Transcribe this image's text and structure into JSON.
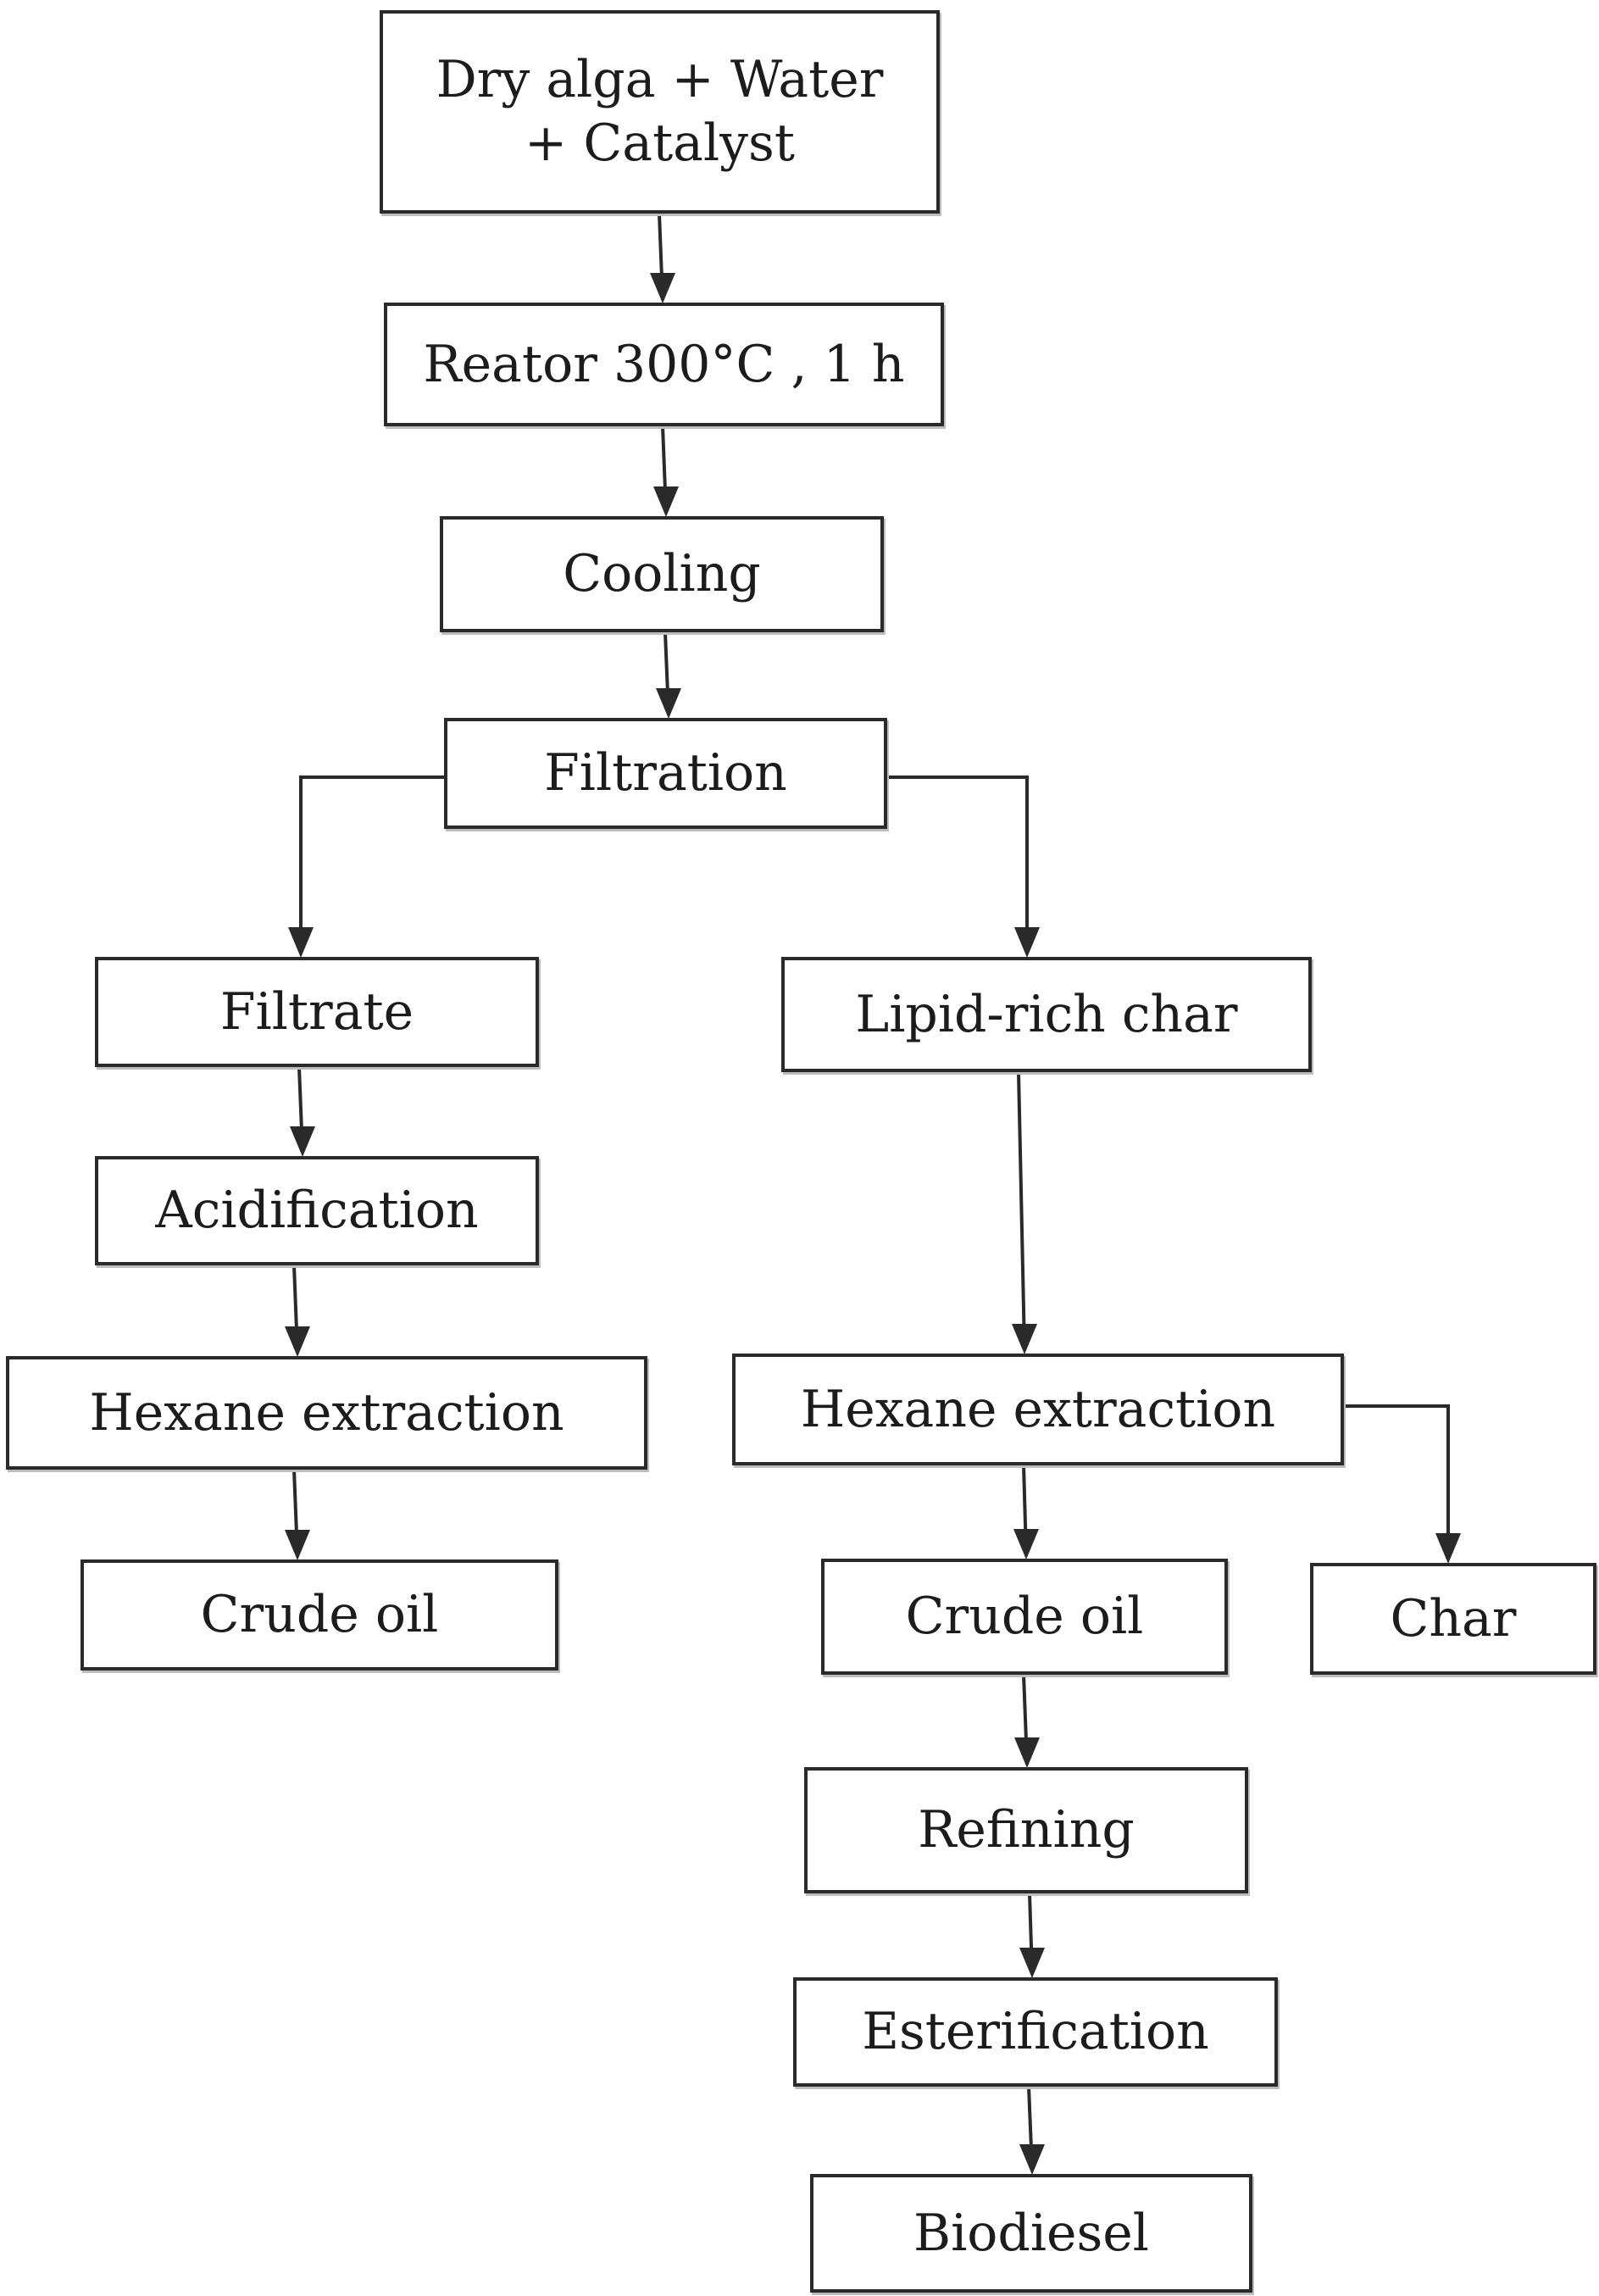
{
  "diagram": {
    "nodes": [
      {
        "id": "n1",
        "lines": [
          "Dry alga + Water",
          "+ Catalyst"
        ]
      },
      {
        "id": "n2",
        "lines": [
          "Reator 300°C , 1 h"
        ]
      },
      {
        "id": "n3",
        "lines": [
          "Cooling"
        ]
      },
      {
        "id": "n4",
        "lines": [
          "Filtration"
        ]
      },
      {
        "id": "n5",
        "lines": [
          "Filtrate"
        ]
      },
      {
        "id": "n6",
        "lines": [
          "Lipid-rich char"
        ]
      },
      {
        "id": "n7",
        "lines": [
          "Acidification"
        ]
      },
      {
        "id": "n8",
        "lines": [
          "Hexane extraction"
        ]
      },
      {
        "id": "n9",
        "lines": [
          "Hexane extraction"
        ]
      },
      {
        "id": "n10",
        "lines": [
          "Crude oil"
        ]
      },
      {
        "id": "n11",
        "lines": [
          "Crude oil"
        ]
      },
      {
        "id": "n12",
        "lines": [
          "Char"
        ]
      },
      {
        "id": "n13",
        "lines": [
          "Refining"
        ]
      },
      {
        "id": "n14",
        "lines": [
          "Esterification"
        ]
      },
      {
        "id": "n15",
        "lines": [
          "Biodiesel"
        ]
      }
    ],
    "edges": [
      [
        "n1",
        "n2"
      ],
      [
        "n2",
        "n3"
      ],
      [
        "n3",
        "n4"
      ],
      [
        "n4",
        "n5"
      ],
      [
        "n4",
        "n6"
      ],
      [
        "n5",
        "n7"
      ],
      [
        "n7",
        "n8"
      ],
      [
        "n8",
        "n10"
      ],
      [
        "n6",
        "n9"
      ],
      [
        "n9",
        "n11"
      ],
      [
        "n9",
        "n12"
      ],
      [
        "n11",
        "n13"
      ],
      [
        "n13",
        "n14"
      ],
      [
        "n14",
        "n15"
      ]
    ],
    "colors": {
      "line": "#2a2a2a",
      "text": "#1c1c1c",
      "background": "#ffffff"
    }
  }
}
